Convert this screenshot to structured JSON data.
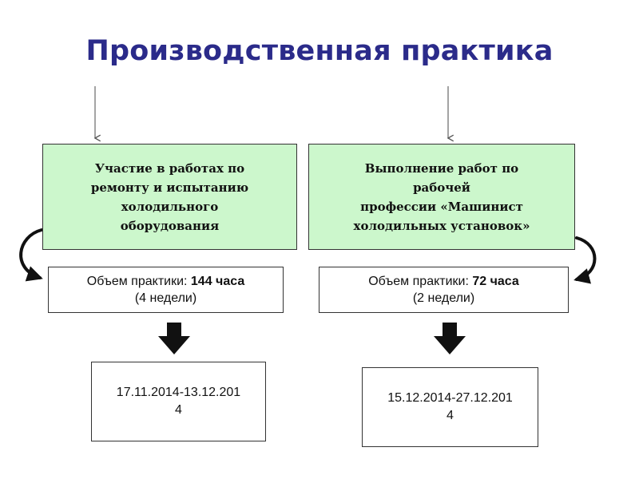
{
  "title": "Производственная практика",
  "left": {
    "task": "Участие в работах по\nремонту и испытанию\nхолодильного\nоборудования",
    "volume_label": "Объем практики: ",
    "volume_value": "144 часа",
    "duration": "(4 недели)",
    "dates": "17.11.2014-13.12.201\n4"
  },
  "right": {
    "task": "Выполнение работ по\nрабочей\nпрофессии «Машинист\nхолодильных установок»",
    "volume_label": "Объем практики: ",
    "volume_value": "72 часа",
    "duration": "(2 недели)",
    "dates": "15.12.2014-27.12.201\n4"
  },
  "colors": {
    "title": "#2b2b8a",
    "task_box_fill": "#ccf7cc",
    "border": "#333333"
  },
  "icons": {
    "down_arrow": "thin-down-arrow-icon",
    "curved_arrow": "curved-arrow-icon",
    "block_arrow": "block-down-arrow-icon"
  }
}
